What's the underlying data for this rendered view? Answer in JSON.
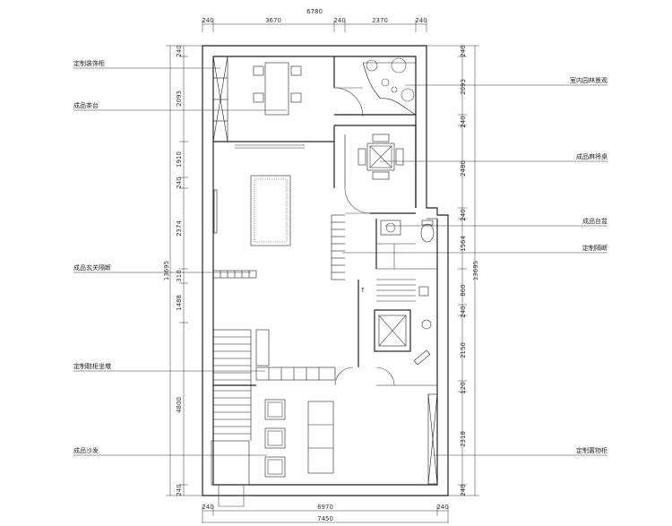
{
  "dimensions": {
    "top_total": "6780",
    "top_segments": [
      "240",
      "3670",
      "240",
      "2370",
      "240"
    ],
    "bottom_total": "7450",
    "bottom_segments": [
      "240",
      "6970",
      "240"
    ],
    "left_segments": [
      "240",
      "2093",
      "1910",
      "240",
      "2374",
      "310",
      "1488",
      "4800",
      "240"
    ],
    "left_total": "13695",
    "right_segments": [
      "240",
      "2093",
      "240",
      "2480",
      "240",
      "1564",
      "860",
      "240",
      "2150",
      "120",
      "2318",
      "240"
    ],
    "right_total": "13695"
  },
  "labels": {
    "left": [
      "定制装饰柜",
      "成品茶台",
      "成品玄关隔断",
      "定制鞋柜坐墩",
      "成品沙发"
    ],
    "right": [
      "室内园林景观",
      "成品麻将桌",
      "成品台盆",
      "定制隔断",
      "定制置物柜"
    ]
  }
}
